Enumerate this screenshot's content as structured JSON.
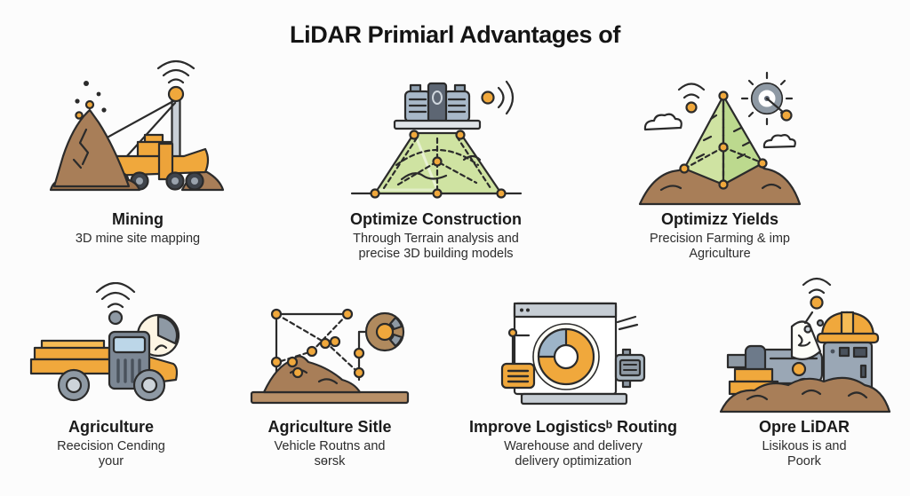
{
  "title": "LiDAR Primiarl Advantages of",
  "colors": {
    "background": "#fcfcfc",
    "text": "#1a1a1a",
    "subtext": "#2d2d2d",
    "orange_accent": "#f0a83c",
    "brown": "#a87e58",
    "green": "#cfe3a2",
    "gray_blue": "#8e99a4",
    "outline": "#2b2b2b"
  },
  "items": [
    {
      "heading": "Mining",
      "sub": "3D mine site mapping",
      "icon": "mining-excavator-illustration"
    },
    {
      "heading": "Optimize Construction",
      "sub": "Through Terrain analysis and precise 3D building models",
      "icon": "lidar-scanner-terrain-illustration"
    },
    {
      "heading": "Optimizz Yields",
      "sub": "Precision Farming & imp Agriculture",
      "icon": "farm-pyramid-illustration"
    },
    {
      "heading": "Agriculture",
      "sub": "Reecision Cending your",
      "icon": "tractor-magnifier-illustration"
    },
    {
      "heading": "Agriculture Sitle",
      "sub": "Vehicle Routns and sɵrsk",
      "icon": "route-network-illustration"
    },
    {
      "heading": "Improve Logisticsᵇ Routing",
      "sub": "Warehouse and delivery delivery optimization",
      "icon": "logistics-dashboard-illustration"
    },
    {
      "heading": "Opre LiDAR",
      "sub": "Lisikous is and Poork",
      "icon": "lidar-machine-illustration"
    }
  ]
}
